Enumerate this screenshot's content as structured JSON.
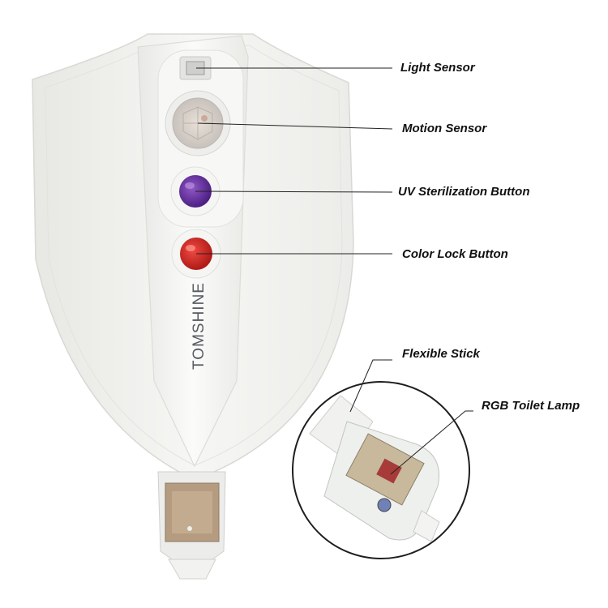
{
  "brand": {
    "text": "TOMSHINE"
  },
  "callouts": {
    "light_sensor": "Light Sensor",
    "motion_sensor": "Motion Sensor",
    "uv_button": "UV Sterilization Button",
    "color_lock_button": "Color Lock Button",
    "flexible_stick": "Flexible Stick",
    "rgb_lamp": "RGB Toilet Lamp"
  },
  "colors": {
    "background": "#ffffff",
    "shield_body": "#f1f1ef",
    "uv_led": "#6a2fa0",
    "color_lock_led": "#d42a25",
    "label_text": "#111111"
  }
}
